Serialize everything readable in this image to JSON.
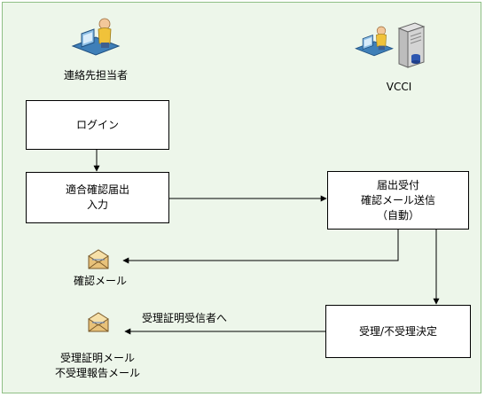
{
  "actors": {
    "contact_person": "連絡先担当者",
    "vcci": "VCCI"
  },
  "steps": {
    "login": "ログイン",
    "input_line1": "適合確認届出",
    "input_line2": "入力",
    "receive_line1": "届出受付",
    "receive_line2": "確認メール送信",
    "receive_line3": "（自動）",
    "decision": "受理/不受理決定"
  },
  "outputs": {
    "confirm_mail": "確認メール",
    "to_recipient": "受理証明受信者へ",
    "result_mail_line1": "受理証明メール",
    "result_mail_line2": "不受理報告メール"
  },
  "icons": [
    "person-at-computer-icon",
    "server-icon",
    "envelope-icon"
  ],
  "colors": {
    "panel_bg": "#edf6ea",
    "panel_border": "#8fbf86",
    "box_border": "#000000",
    "arrow": "#000000"
  }
}
